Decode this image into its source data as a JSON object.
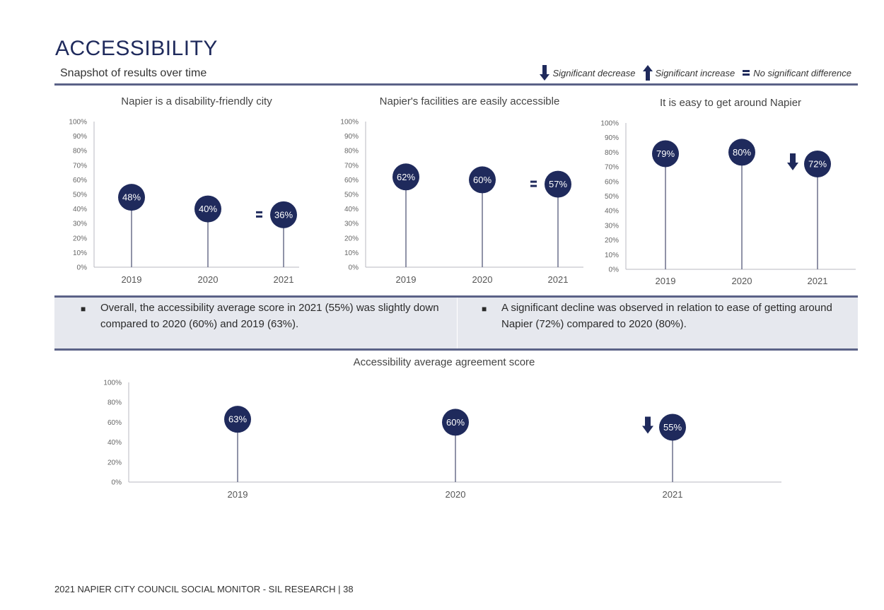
{
  "page": {
    "title": "ACCESSIBILITY",
    "subtitle": "Snapshot of results over time",
    "footer": "2021 NAPIER CITY COUNCIL SOCIAL MONITOR - SIL RESEARCH | 38"
  },
  "legend": {
    "decrease": "Significant decrease",
    "increase": "Significant increase",
    "no_difference": "No significant difference"
  },
  "colors": {
    "marker": "#1f2a5c",
    "stem": "#6b6f8a",
    "axis": "#b8b8c0",
    "rule": "#5b6287",
    "summary_bg": "#e6e8ee"
  },
  "summary": [
    "Overall, the accessibility average score in 2021 (55%) was slightly down compared to 2020 (60%) and 2019 (63%).",
    "A significant decline was observed in relation to ease of getting around Napier (72%) compared to 2020 (80%)."
  ],
  "chart_data": [
    {
      "type": "lollipop",
      "title": "Napier is a disability-friendly city",
      "categories": [
        "2019",
        "2020",
        "2021"
      ],
      "values": [
        48,
        40,
        36
      ],
      "labels": [
        "48%",
        "40%",
        "36%"
      ],
      "markers": [
        "",
        "",
        "no_difference"
      ],
      "ylim": [
        0,
        100
      ],
      "yticks": [
        "0%",
        "10%",
        "20%",
        "30%",
        "40%",
        "50%",
        "60%",
        "70%",
        "80%",
        "90%",
        "100%"
      ]
    },
    {
      "type": "lollipop",
      "title": "Napier's facilities are easily accessible",
      "categories": [
        "2019",
        "2020",
        "2021"
      ],
      "values": [
        62,
        60,
        57
      ],
      "labels": [
        "62%",
        "60%",
        "57%"
      ],
      "markers": [
        "",
        "",
        "no_difference"
      ],
      "ylim": [
        0,
        100
      ],
      "yticks": [
        "0%",
        "10%",
        "20%",
        "30%",
        "40%",
        "50%",
        "60%",
        "70%",
        "80%",
        "90%",
        "100%"
      ]
    },
    {
      "type": "lollipop",
      "title": "It is easy to get around Napier",
      "categories": [
        "2019",
        "2020",
        "2021"
      ],
      "values": [
        79,
        80,
        72
      ],
      "labels": [
        "79%",
        "80%",
        "72%"
      ],
      "markers": [
        "",
        "",
        "decrease"
      ],
      "ylim": [
        0,
        100
      ],
      "yticks": [
        "0%",
        "10%",
        "20%",
        "30%",
        "40%",
        "50%",
        "60%",
        "70%",
        "80%",
        "90%",
        "100%"
      ]
    },
    {
      "type": "lollipop",
      "title": "Accessibility average agreement score",
      "categories": [
        "2019",
        "2020",
        "2021"
      ],
      "values": [
        63,
        60,
        55
      ],
      "labels": [
        "63%",
        "60%",
        "55%"
      ],
      "markers": [
        "",
        "",
        "decrease"
      ],
      "ylim": [
        0,
        100
      ],
      "yticks": [
        "0%",
        "20%",
        "40%",
        "60%",
        "80%",
        "100%"
      ]
    }
  ]
}
